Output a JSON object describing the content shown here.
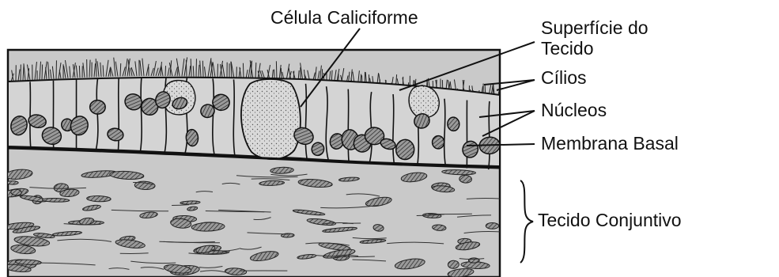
{
  "labels": {
    "goblet_cell": "Célula Caliciforme",
    "surface_line1": "Superfície do",
    "surface_line2": "Tecido",
    "cilia": "Cílios",
    "nuclei": "Núcleos",
    "basal_membrane": "Membrana Basal",
    "connective_tissue": "Tecido Conjuntivo"
  },
  "colors": {
    "tissue_background": "#c9c9c9",
    "ink": "#111111",
    "cell_fill": "#d4d4d4",
    "goblet_fill": "#dcdcdc",
    "nucleus_fill": "#8a8a8a"
  }
}
